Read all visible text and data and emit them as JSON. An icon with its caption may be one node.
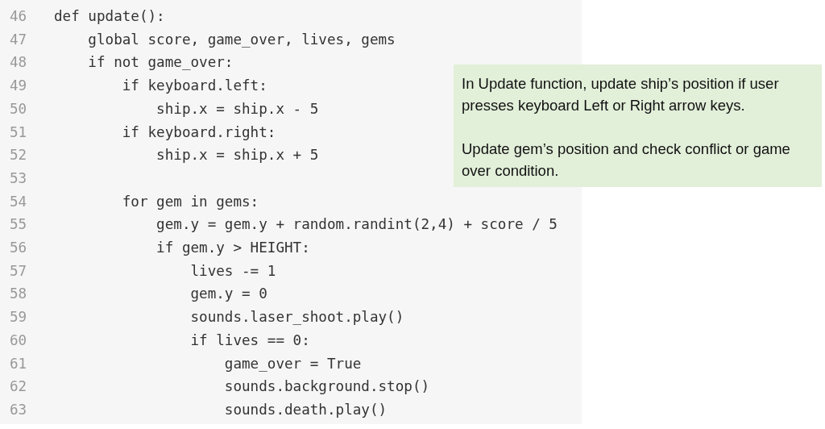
{
  "diagram": {
    "nodes": [
      {
        "text": [
          "In Update function, update ship’s position if user presses keyboard Left or Right arrow keys.",
          "Update gem’s position and check conflict or game over condition."
        ]
      }
    ],
    "labels": [
      "46",
      "def update():",
      "47",
      "    global score, game_over, lives, gems",
      "48",
      "    if not game_over:",
      "49",
      "        if keyboard.left:",
      "50",
      "            ship.x = ship.x - 5",
      "51",
      "        if keyboard.right:",
      "52",
      "            ship.x = ship.x + 5",
      "53",
      "54",
      "        for gem in gems:",
      "55",
      "            gem.y = gem.y + random.randint(2,4) + score / 5",
      "56",
      "            if gem.y > HEIGHT:",
      "57",
      "                lives -= 1",
      "58",
      "                gem.y = 0",
      "59",
      "                sounds.laser_shoot.play()",
      "60",
      "                if lives == 0:",
      "61",
      "                    game_over = True",
      "62",
      "                    sounds.background.stop()",
      "63",
      "                    sounds.death.play()"
    ]
  }
}
